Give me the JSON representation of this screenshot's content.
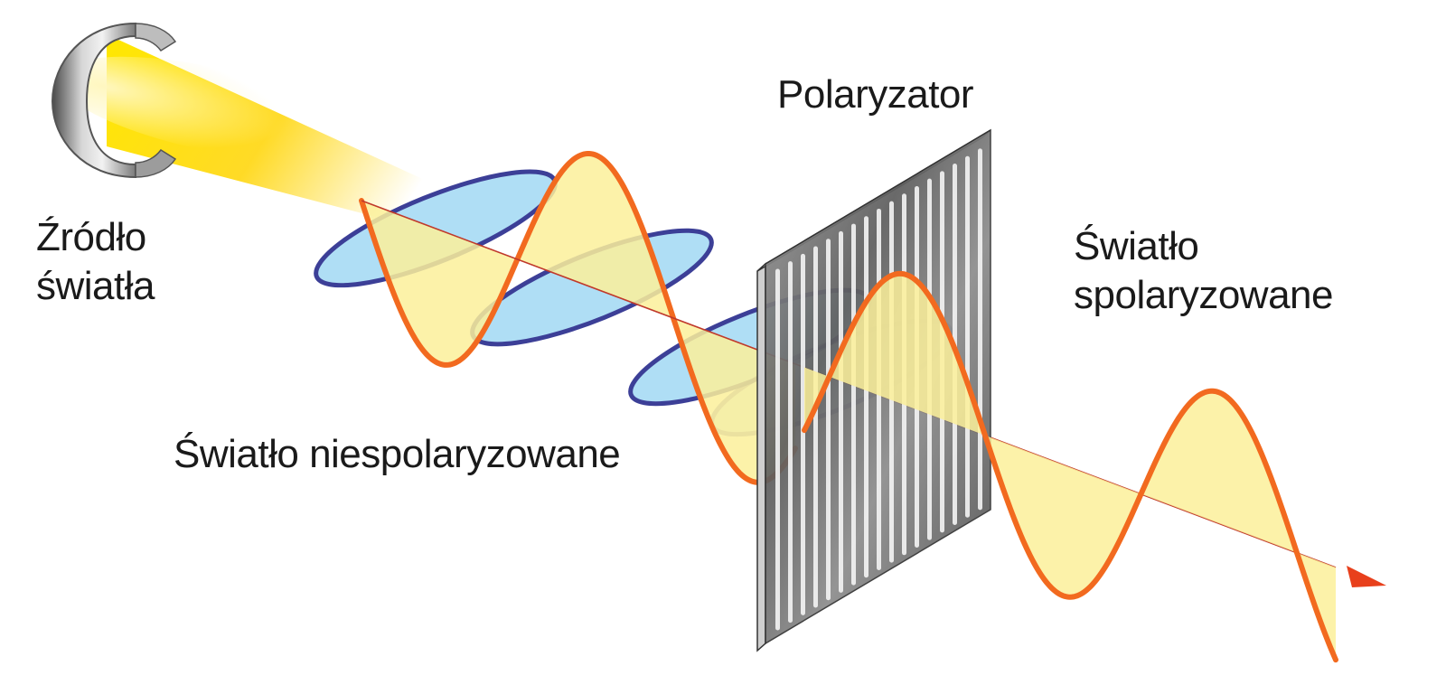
{
  "labels": {
    "source_line1": "Źródło",
    "source_line2": "światła",
    "polarizer": "Polaryzator",
    "polarized_line1": "Światło",
    "polarized_line2": "spolaryzowane",
    "unpolarized": "Światło niespolaryzowane"
  },
  "colors": {
    "wave": "#f26a1f",
    "wave_fill": "#fbf09a",
    "ellipse_stroke": "#2c2f8f",
    "ellipse_fill": "#a9dcf5",
    "beam": "#ffd600",
    "arrow": "#e8401c",
    "polarizer_metal": "#8a8a8a"
  },
  "icons": {
    "light_source": "lamp-icon",
    "polarizer": "polarizer-grid-icon",
    "direction": "arrow-icon"
  }
}
